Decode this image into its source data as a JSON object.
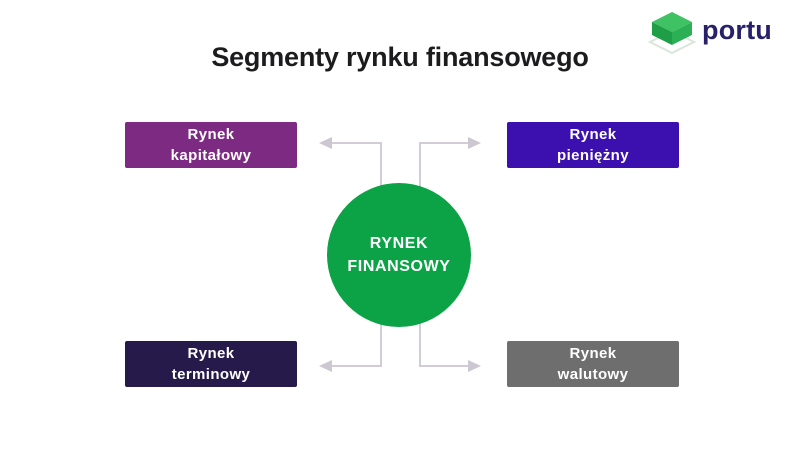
{
  "header": {
    "title": "Segmenty rynku finansowego",
    "logo": {
      "text": "portu",
      "text_color": "#29206a",
      "icon": "portu-cube-icon",
      "icon_top_color": "#3ec263",
      "icon_left_color": "#1d9e47",
      "icon_right_color": "#2bb055",
      "icon_outline_color": "#d9e6da"
    }
  },
  "diagram": {
    "center": {
      "id": "rynek-finansowy",
      "shape": "circle",
      "lines": [
        "RYNEK",
        "FINANSOWY"
      ],
      "color": "#0ba345",
      "text_color": "#ffffff"
    },
    "nodes": [
      {
        "id": "rynek-kapitalowy",
        "lines": [
          "Rynek",
          "kapitałowy"
        ],
        "color": "#7d2a82",
        "text_color": "#ffffff",
        "position": "top-left"
      },
      {
        "id": "rynek-pieniezny",
        "lines": [
          "Rynek",
          "pieniężny"
        ],
        "color": "#3b10ae",
        "text_color": "#ffffff",
        "position": "top-right"
      },
      {
        "id": "rynek-terminowy",
        "lines": [
          "Rynek",
          "terminowy"
        ],
        "color": "#261a4a",
        "text_color": "#ffffff",
        "position": "bottom-left"
      },
      {
        "id": "rynek-walutowy",
        "lines": [
          "Rynek",
          "walutowy"
        ],
        "color": "#6e6e6e",
        "text_color": "#ffffff",
        "position": "bottom-right"
      }
    ],
    "connector_color": "#d2ccd6"
  }
}
